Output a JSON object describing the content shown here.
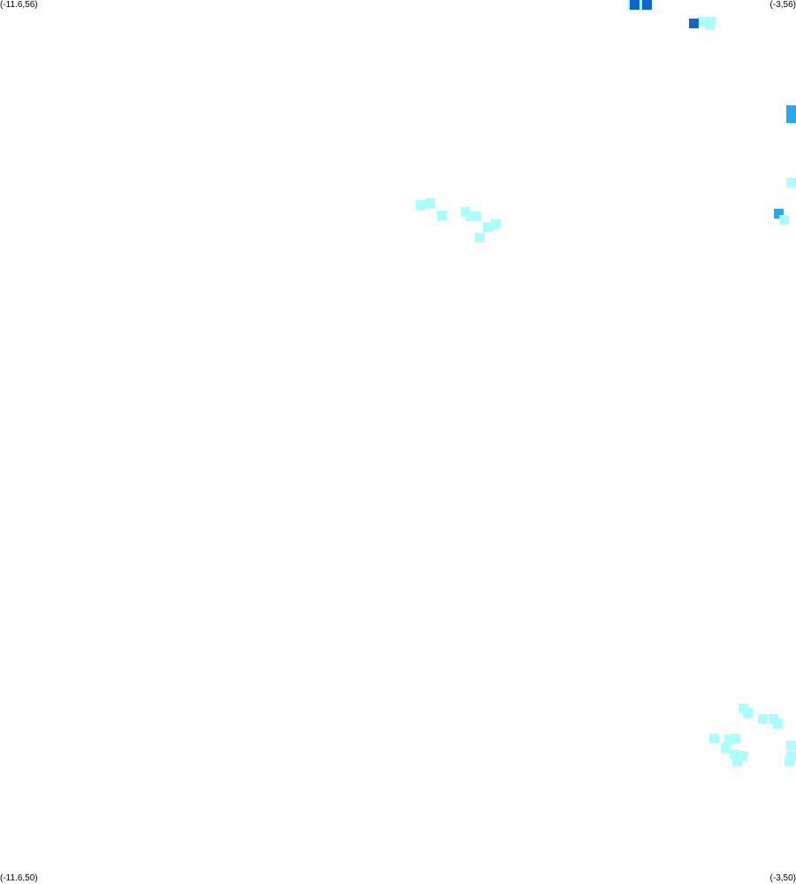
{
  "map": {
    "extent": {
      "lon_min": -11.6,
      "lon_max": -3,
      "lat_min": 50,
      "lat_max": 56
    },
    "corner_labels": {
      "top_left": "(-11.6,56)",
      "top_right": "(-3,56)",
      "bottom_left": "(-11.6,50)",
      "bottom_right": "(-3,50)"
    },
    "background": "#ffffff",
    "colors": {
      "light": "#aaffff",
      "medium": "#22aaee",
      "dark": "#1166cc"
    },
    "cells": [
      {
        "lon": -4.76,
        "lat": 55.99,
        "level": "light"
      },
      {
        "lon": -4.64,
        "lat": 55.99,
        "level": "light"
      },
      {
        "lon": -4.61,
        "lat": 56.0,
        "level": "dark"
      },
      {
        "lon": -4.74,
        "lat": 55.97,
        "level": "dark"
      },
      {
        "lon": -4.02,
        "lat": 55.85,
        "level": "light"
      },
      {
        "lon": -3.92,
        "lat": 55.85,
        "level": "light"
      },
      {
        "lon": -3.93,
        "lat": 55.83,
        "level": "light"
      },
      {
        "lon": -4.1,
        "lat": 55.84,
        "level": "dark"
      },
      {
        "lon": -3.0,
        "lat": 55.2,
        "level": "medium"
      },
      {
        "lon": -3.0,
        "lat": 55.25,
        "level": "medium"
      },
      {
        "lon": -3.0,
        "lat": 54.76,
        "level": "light"
      },
      {
        "lon": -3.19,
        "lat": 54.55,
        "level": "medium"
      },
      {
        "lon": -3.13,
        "lat": 54.51,
        "level": "light"
      },
      {
        "lon": -7.06,
        "lat": 54.61,
        "level": "light"
      },
      {
        "lon": -6.95,
        "lat": 54.62,
        "level": "light"
      },
      {
        "lon": -6.83,
        "lat": 54.54,
        "level": "light"
      },
      {
        "lon": -6.57,
        "lat": 54.56,
        "level": "light"
      },
      {
        "lon": -6.51,
        "lat": 54.53,
        "level": "light"
      },
      {
        "lon": -6.45,
        "lat": 54.53,
        "level": "light"
      },
      {
        "lon": -6.33,
        "lat": 54.46,
        "level": "light"
      },
      {
        "lon": -6.24,
        "lat": 54.48,
        "level": "light"
      },
      {
        "lon": -6.42,
        "lat": 54.39,
        "level": "light"
      },
      {
        "lon": -3.57,
        "lat": 51.19,
        "level": "light"
      },
      {
        "lon": -3.52,
        "lat": 51.16,
        "level": "light"
      },
      {
        "lon": -3.36,
        "lat": 51.12,
        "level": "light"
      },
      {
        "lon": -3.24,
        "lat": 51.12,
        "level": "light"
      },
      {
        "lon": -3.2,
        "lat": 51.09,
        "level": "light"
      },
      {
        "lon": -3.65,
        "lat": 50.99,
        "level": "light"
      },
      {
        "lon": -3.72,
        "lat": 50.98,
        "level": "light"
      },
      {
        "lon": -3.88,
        "lat": 50.99,
        "level": "light"
      },
      {
        "lon": -3.76,
        "lat": 50.92,
        "level": "light"
      },
      {
        "lon": -3.66,
        "lat": 50.88,
        "level": "light"
      },
      {
        "lon": -3.58,
        "lat": 50.87,
        "level": "light"
      },
      {
        "lon": -3.64,
        "lat": 50.83,
        "level": "light"
      },
      {
        "lon": -3.07,
        "lat": 50.83,
        "level": "light"
      },
      {
        "lon": -3.01,
        "lat": 50.87,
        "level": "light"
      },
      {
        "lon": -3.0,
        "lat": 50.94,
        "level": "light"
      }
    ]
  }
}
